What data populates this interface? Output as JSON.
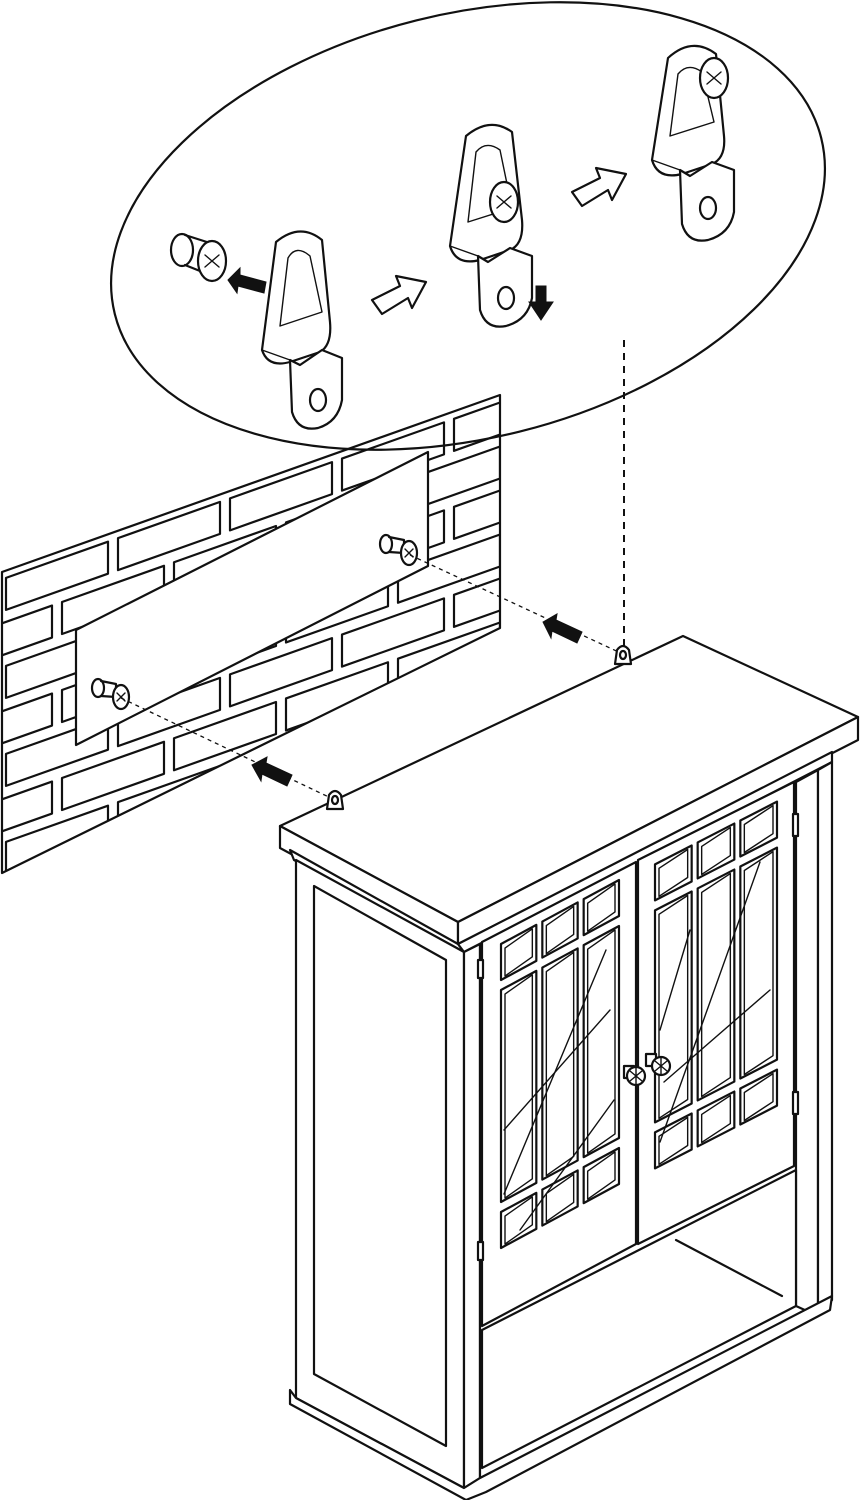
{
  "figure": {
    "kind": "wall-cabinet-mounting-instructions",
    "panels": [
      "wall-section",
      "cabinet",
      "hanger-detail-callout"
    ],
    "ink_color": "#111111",
    "paper_color": "#ffffff"
  },
  "detail_callout": {
    "steps": [
      {
        "step": 1,
        "icon": "screw-into-hanger-icon",
        "arrow": "solid-arrow-left"
      },
      {
        "step": 2,
        "icon": "screw-seated-in-keyhole-icon",
        "arrow": "solid-arrow-down"
      },
      {
        "step": 3,
        "icon": "hanger-locked-on-screw-icon",
        "arrow": "none"
      }
    ],
    "transition_arrows": [
      "outline-arrow",
      "outline-arrow"
    ]
  },
  "wall": {
    "material": "brick",
    "screws": 2
  },
  "cabinet": {
    "doors": 2,
    "knobs": 2,
    "hanger_brackets": 2,
    "open_shelf": true
  }
}
